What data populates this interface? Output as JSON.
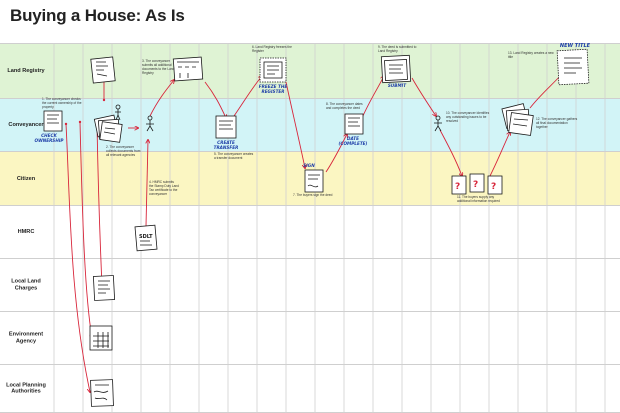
{
  "title": "Buying a House: As Is",
  "lanes": [
    {
      "label": "Land Registry",
      "color": "#dff3d4"
    },
    {
      "label": "Conveyancer",
      "color": "#d2f4f7"
    },
    {
      "label": "Citizen",
      "color": "#fbf6c2"
    },
    {
      "label": "HMRC",
      "color": "#ffffff"
    },
    {
      "label": "Local Land Charges",
      "color": "#ffffff"
    },
    {
      "label": "Environment Agency",
      "color": "#ffffff"
    },
    {
      "label": "Local Planning Authorities",
      "color": "#ffffff"
    }
  ],
  "steps": {
    "s1": "1. The conveyancer checks the current ownership of the property",
    "s2": "2. The conveyancer collects documents from all relevant agencies",
    "s3": "3. The conveyancer submits all additional documents to the Land Registry",
    "s4": "4. HMRC submits the Stamp Duty Land Tax certificate to the conveyancer",
    "s5": "5. The conveyancer creates a transfer document",
    "s6": "6. Land Registry freezes the Register",
    "s7": "7. The buyers sign the deed",
    "s8": "8. The conveyancer dates and completes the deed",
    "s9": "9. The deed is submitted to Land Registry",
    "s10": "10. The conveyancer identifies any outstanding issues to be resolved",
    "s11": "11. The buyers supply any additional information required",
    "s12": "12. The conveyancer gathers all final documentation together",
    "s13": "13. Land Registry creates a new title"
  },
  "handwriting": {
    "check_ownership": "CHECK OWNERSHIP",
    "create_transfer": "CREATE TRANSFER",
    "freeze_register": "FREEZE THE REGISTER",
    "sign": "SIGN",
    "date_complete": "DATE (COMPLETE)",
    "submit": "SUBMIT",
    "new_title": "NEW TITLE",
    "sdlt": "SDLT",
    "question_mark": "?"
  },
  "colors": {
    "arrow_red": "#d8263b",
    "ink": "#1a1a1a",
    "pen_blue": "#1f3fa8",
    "grid": "#d0d0d0"
  }
}
